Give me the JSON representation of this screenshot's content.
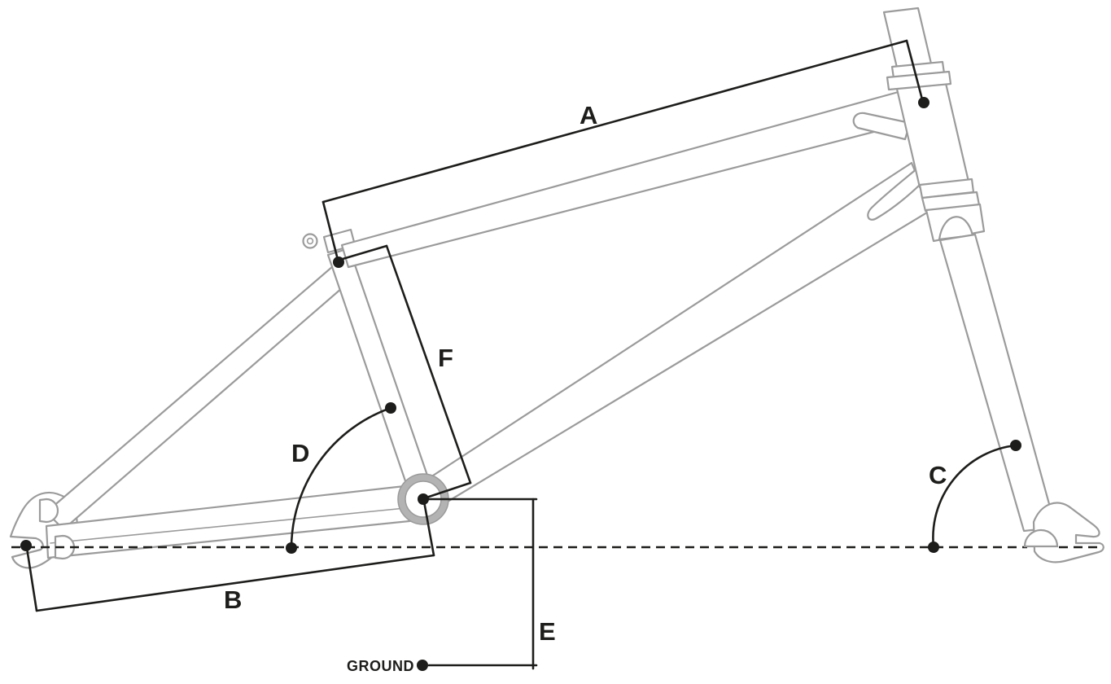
{
  "diagram": {
    "kind": "bicycle-frame-geometry-diagram",
    "background_color": "#ffffff",
    "frame_outline_color": "#9b9b9b",
    "bb_ring_color": "#b3b3b3",
    "measurement_color": "#1d1d1b",
    "labels": {
      "A": "A",
      "B": "B",
      "C": "C",
      "D": "D",
      "E": "E",
      "F": "F"
    },
    "ground_label": "GROUND",
    "dimensions_shown": [
      {
        "id": "A",
        "annotation": "offset line along top tube with end ticks and dots"
      },
      {
        "id": "B",
        "annotation": "offset line along chainstay with end ticks and dots"
      },
      {
        "id": "C",
        "annotation": "angle arc between axle line and fork leg with dots"
      },
      {
        "id": "D",
        "annotation": "angle arc between axle line and seat tube with dots"
      },
      {
        "id": "E",
        "annotation": "right-angle line from bottom bracket down to ground"
      },
      {
        "id": "F",
        "annotation": "offset line along seat tube with end ticks"
      }
    ]
  }
}
